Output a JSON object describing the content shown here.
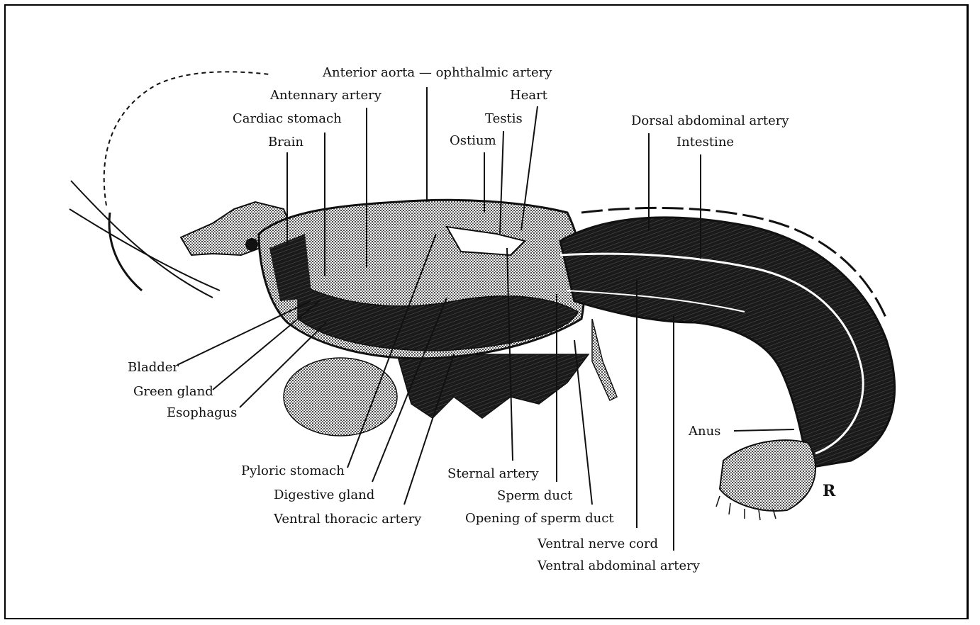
{
  "labels": {
    "anterior_aorta": "Anterior aorta — ophthalmic artery",
    "antennary_artery": "Antennary artery",
    "cardiac_stomach": "Cardiac stomach",
    "brain": "Brain",
    "heart": "Heart",
    "testis": "Testis",
    "ostium": "Ostium",
    "dorsal_abdominal_artery": "Dorsal abdominal artery",
    "intestine": "Intestine",
    "bladder": "Bladder",
    "green_gland": "Green gland",
    "esophagus": "Esophagus",
    "pyloric_stomach": "Pyloric stomach",
    "digestive_gland": "Digestive gland",
    "ventral_thoracic_artery": "Ventral thoracic artery",
    "sternal_artery": "Sternal artery",
    "sperm_duct": "Sperm duct",
    "opening_of_sperm_duct": "Opening of sperm duct",
    "anus": "Anus",
    "ventral_nerve_cord": "Ventral nerve cord",
    "ventral_abdominal_artery": "Ventral abdominal artery"
  },
  "signature": "R",
  "colors": {
    "ink": "#111111",
    "paper": "#ffffff"
  }
}
